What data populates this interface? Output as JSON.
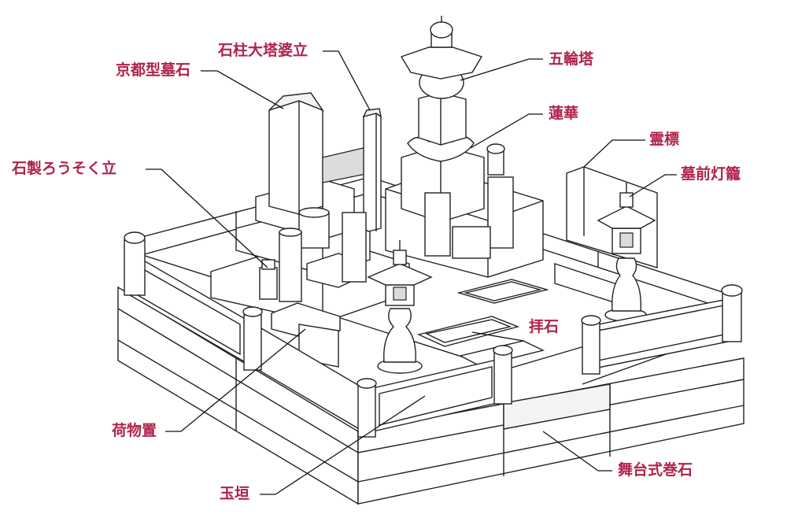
{
  "diagram": {
    "labels": {
      "kyoto": "京都型墓石",
      "sekichu": "石柱大塔婆立",
      "gorin": "五輪塔",
      "renge": "蓮華",
      "reihyo": "霊標",
      "rosoku": "石製ろうそく立",
      "toro": "墓前灯籠",
      "haiseki": "拝石",
      "nimotsu": "荷物置",
      "tamagaki": "玉垣",
      "butai": "舞台式巻石"
    },
    "colors": {
      "label": "#b0234a",
      "line": "#222222"
    }
  }
}
